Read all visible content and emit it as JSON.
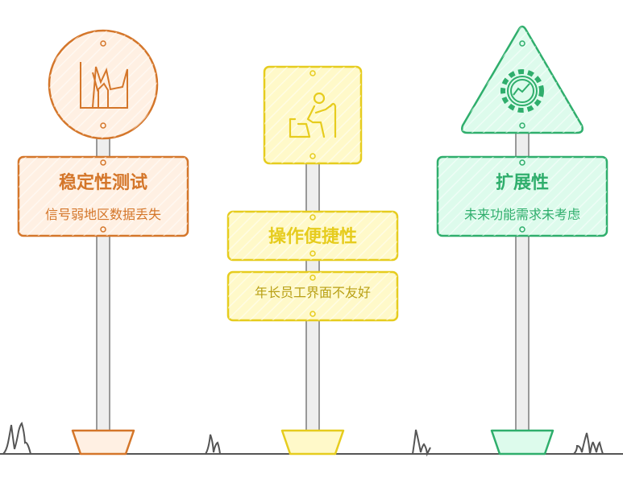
{
  "colors": {
    "orange": "#d4762a",
    "orange_fill": "#fff0e3",
    "yellow": "#e6cc1e",
    "yellow_fill": "#fff9c9",
    "green": "#2fae6c",
    "green_fill": "#ddfbec",
    "ground": "#555555"
  },
  "signs": [
    {
      "icon": "broken-chart-icon",
      "title": "稳定性测试",
      "subtitle": "信号弱地区数据丢失"
    },
    {
      "icon": "elderly-person-icon",
      "title": "操作便捷性",
      "subtitle": "年长员工界面不友好"
    },
    {
      "icon": "gear-chart-icon",
      "title": "扩展性",
      "subtitle": "未来功能需求未考虑"
    }
  ]
}
